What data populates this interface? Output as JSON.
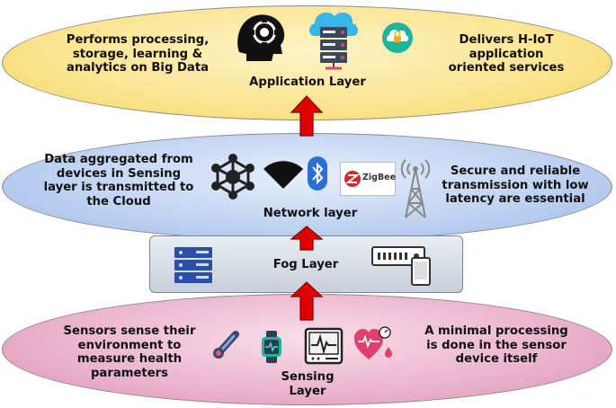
{
  "application_layer": {
    "title": "Application Layer",
    "left_text": "Performs processing, storage, learning & analytics on Big Data",
    "right_text": "Delivers H-IoT application oriented services"
  },
  "network_layer": {
    "title": "Network layer",
    "left_text": "Data aggregated from devices in Sensing layer is transmitted to the Cloud",
    "right_text": "Secure and reliable transmission with low latency are essential",
    "zigbee_label": "ZigBee"
  },
  "fog_layer": {
    "title": "Fog Layer"
  },
  "sensing_layer": {
    "title": "Sensing Layer",
    "left_text": "Sensors sense their environment to measure health parameters",
    "right_text": "A minimal processing is done in the sensor device itself"
  },
  "colors": {
    "application": "#f4d35e",
    "network": "#9db8e6",
    "fog": "#c8cfd9",
    "sensing": "#dd8fb2",
    "arrow": "#e00000"
  },
  "icons": [
    "gear-head-icon",
    "cloud-server-icon",
    "cloud-lock-icon",
    "network-hub-icon",
    "wifi-icon",
    "bluetooth-icon",
    "zigbee-icon",
    "antenna-tower-icon",
    "server-rack-icon",
    "router-phone-icon",
    "thermometer-icon",
    "smartwatch-icon",
    "ecg-monitor-icon",
    "heart-drop-icon"
  ]
}
